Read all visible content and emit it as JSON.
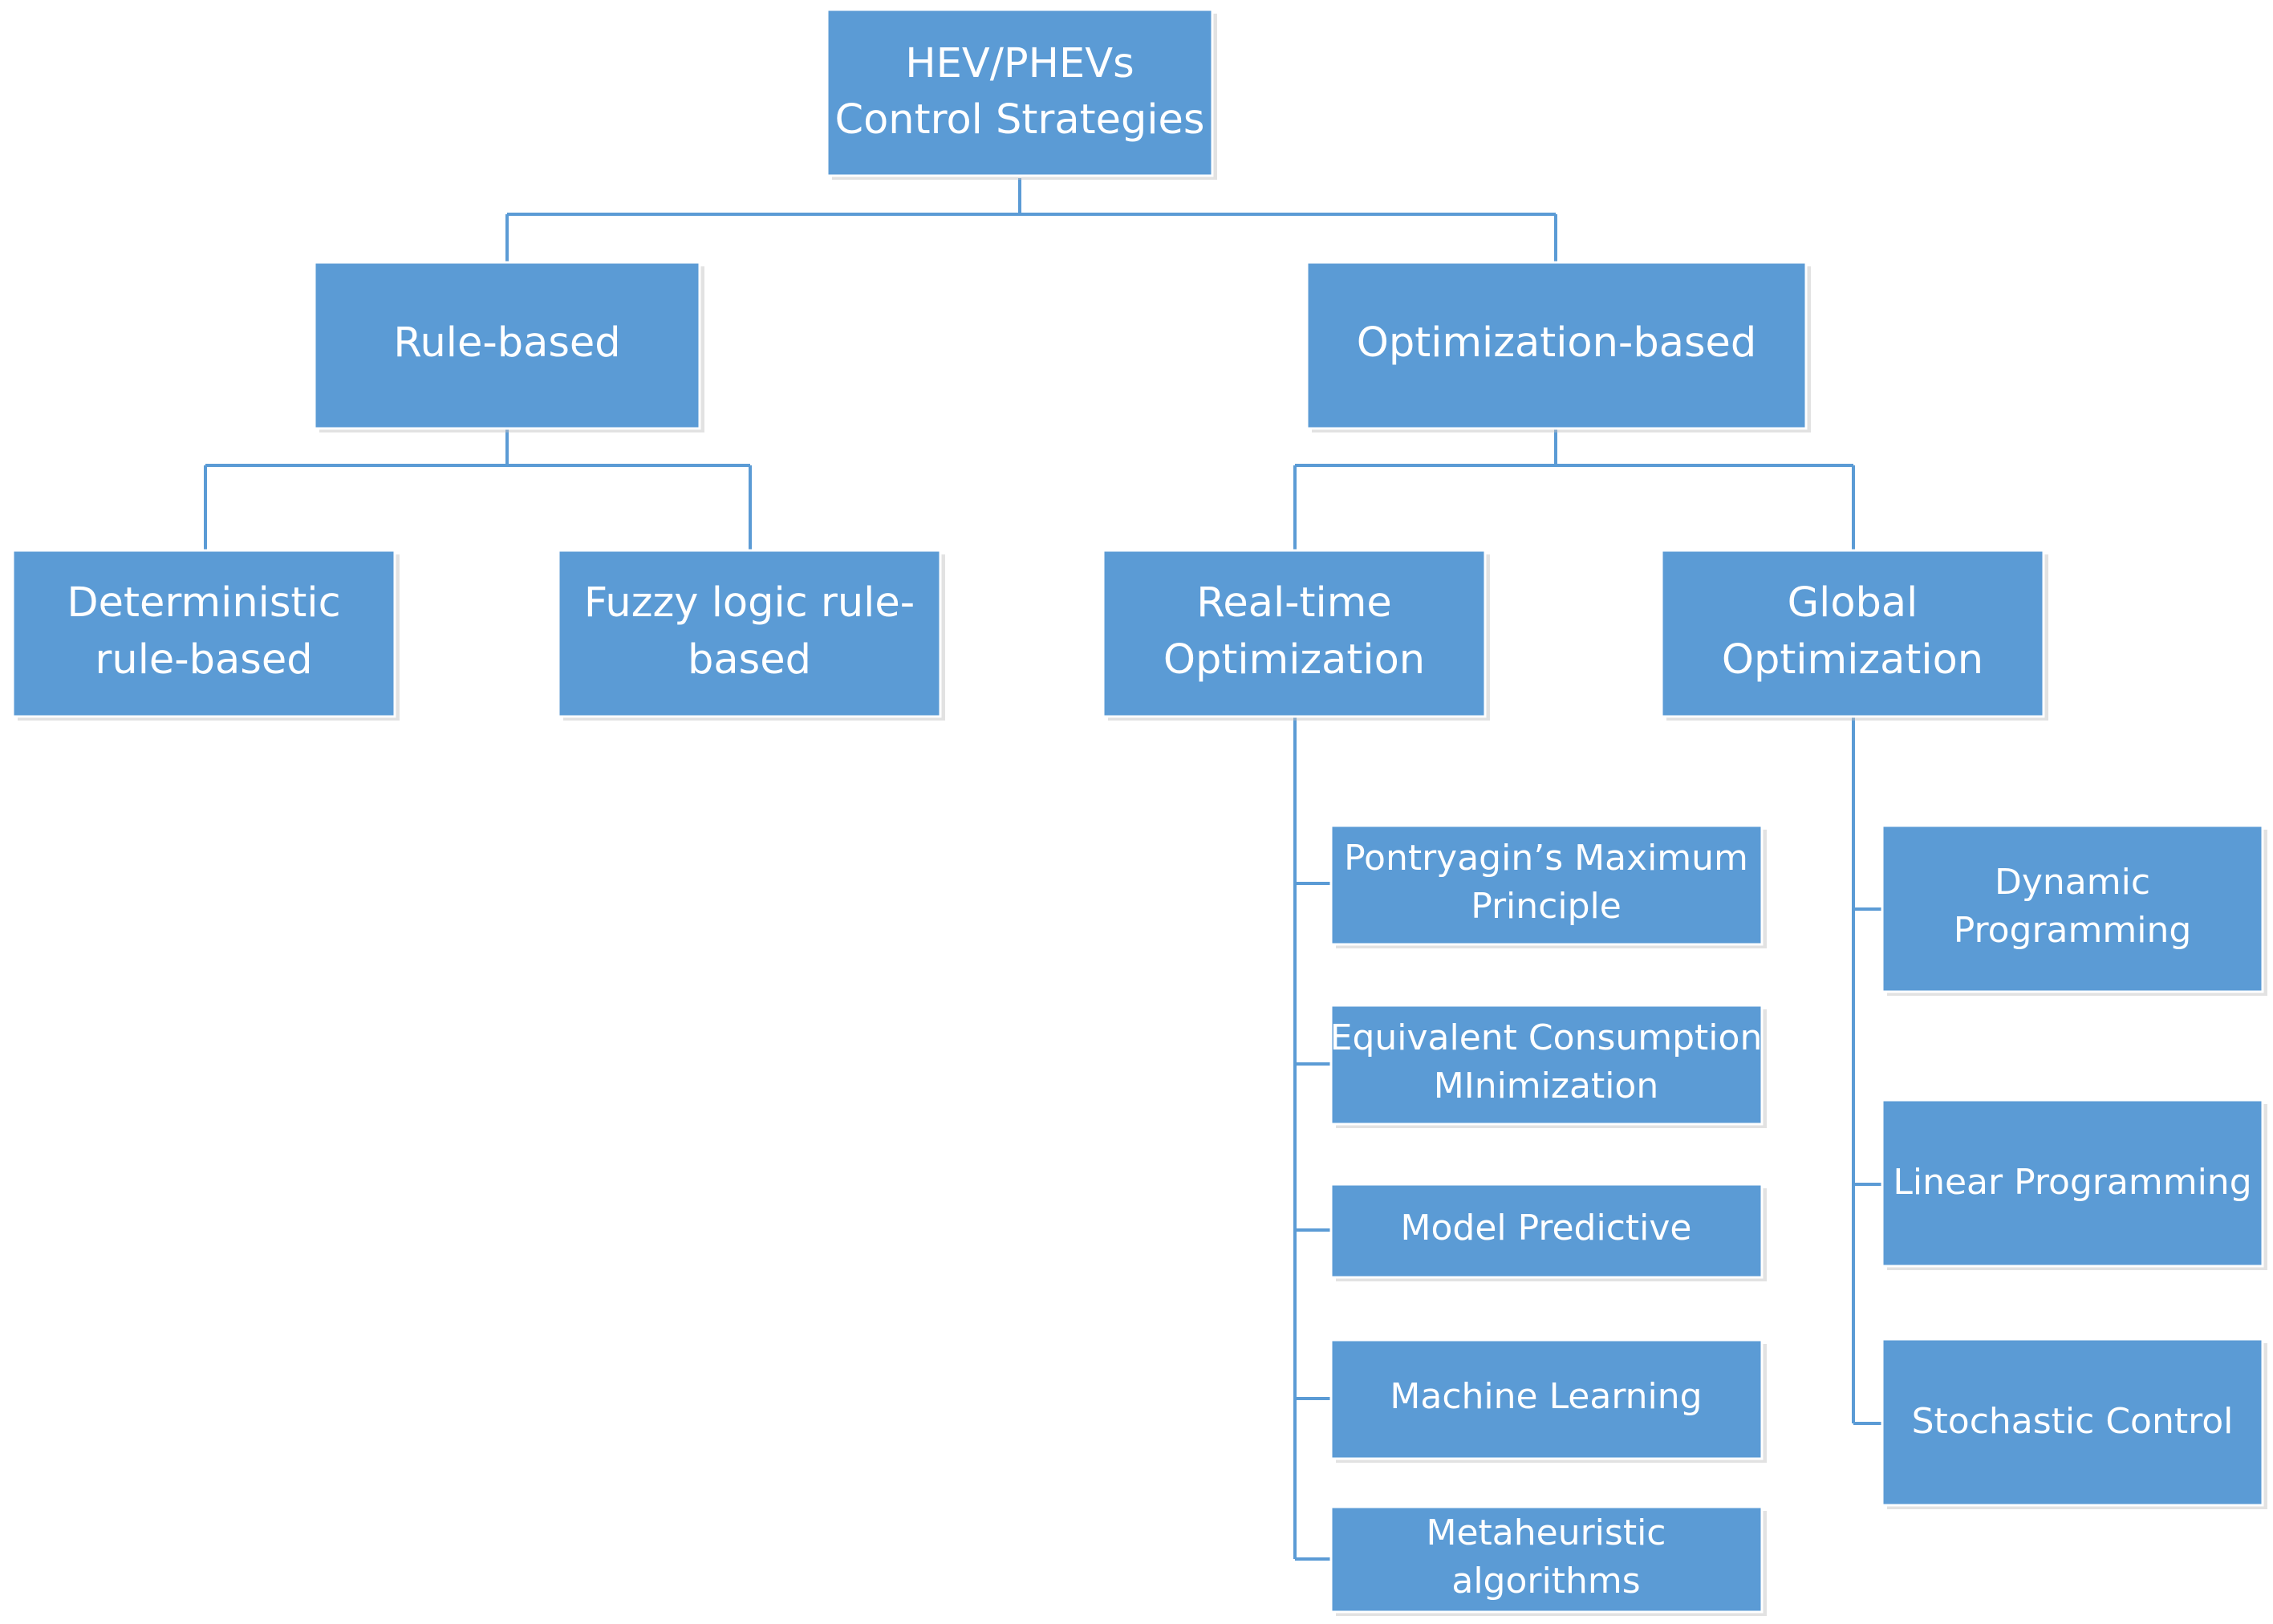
{
  "diagram": {
    "type": "hierarchy-tree",
    "root": {
      "lines": [
        "HEV/PHEVs",
        "Control Strategies"
      ]
    },
    "level1": [
      {
        "lines": [
          "Rule-based"
        ]
      },
      {
        "lines": [
          "Optimization-based"
        ]
      }
    ],
    "rule_based_children": [
      {
        "lines": [
          "Deterministic",
          "rule-based"
        ]
      },
      {
        "lines": [
          "Fuzzy logic rule-",
          "based"
        ]
      }
    ],
    "optimization_children": [
      {
        "lines": [
          "Real-time",
          "Optimization"
        ]
      },
      {
        "lines": [
          "Global",
          "Optimization"
        ]
      }
    ],
    "real_time_methods": [
      {
        "lines": [
          "Pontryagin’s Maximum",
          "Principle"
        ]
      },
      {
        "lines": [
          "Equivalent Consumption",
          "MInimization"
        ]
      },
      {
        "lines": [
          "Model Predictive"
        ]
      },
      {
        "lines": [
          "Machine Learning"
        ]
      },
      {
        "lines": [
          "Metaheuristic",
          "algorithms"
        ]
      }
    ],
    "global_methods": [
      {
        "lines": [
          "Dynamic",
          "Programming"
        ]
      },
      {
        "lines": [
          "Linear Programming"
        ]
      },
      {
        "lines": [
          "Stochastic Control"
        ]
      }
    ],
    "colors": {
      "node_fill": "#5b9bd5",
      "connector": "#5b9bd5",
      "text": "#ffffff",
      "background": "#ffffff"
    }
  }
}
